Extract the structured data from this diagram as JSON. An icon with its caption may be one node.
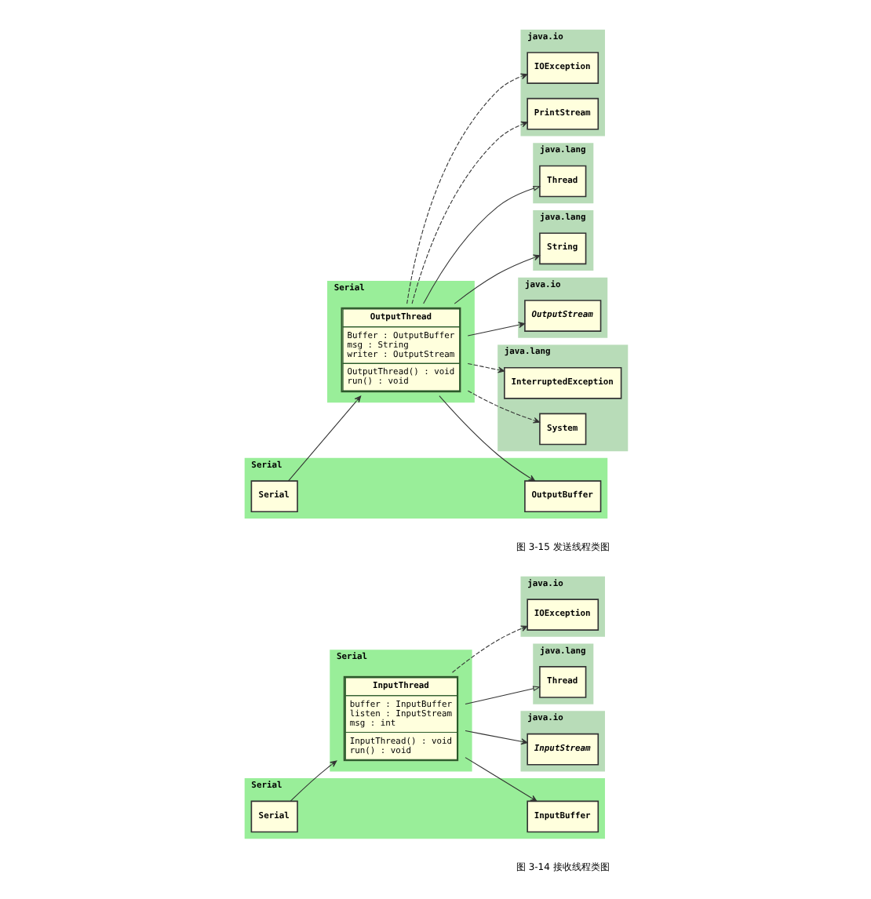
{
  "diagram": {
    "nodes": [
      {
        "text": [
          "java.lang"
        ]
      },
      {
        "text": [
          "Thread"
        ],
        "in": 0
      },
      {
        "text": [
          "Serial"
        ]
      },
      {
        "text": [
          "InputThread",
          "buffer : InputBuffer",
          "listen : InputStream",
          "msg : int",
          "InputThread() : void",
          "run() : void"
        ],
        "in": 2
      },
      {
        "text": [
          "Serial"
        ]
      },
      {
        "text": [
          "InputBuffer"
        ],
        "in": 4
      },
      {
        "text": [
          "Serial"
        ],
        "in": 4
      },
      {
        "text": [
          "java.io"
        ]
      },
      {
        "text": [
          "IOException"
        ],
        "in": 7
      },
      {
        "text": [
          "java.io"
        ]
      },
      {
        "text": [
          "InputStream"
        ],
        "in": 9
      },
      {
        "text": [
          "java.lang"
        ]
      },
      {
        "text": [
          "Thread"
        ],
        "in": 11
      },
      {
        "text": [
          "Serial"
        ]
      },
      {
        "text": [
          "OutputThread",
          "Buffer : OutputBuffer",
          "msg : String",
          "writer : OutputStream",
          "OutputThread() : void",
          "run() : void"
        ],
        "in": 13
      },
      {
        "text": [
          "Serial"
        ]
      },
      {
        "text": [
          "OutputBuffer"
        ],
        "in": 15
      },
      {
        "text": [
          "Serial"
        ],
        "in": 15
      },
      {
        "text": [
          "java.io"
        ]
      },
      {
        "text": [
          "IOException"
        ],
        "in": 18
      },
      {
        "text": [
          "PrintStream"
        ],
        "in": 18
      },
      {
        "text": [
          "java.lang"
        ]
      },
      {
        "text": [
          "InterruptedException"
        ],
        "in": 21
      },
      {
        "text": [
          "System"
        ],
        "in": 21
      },
      {
        "text": [
          "java.io"
        ]
      },
      {
        "text": [
          "OutputStream"
        ],
        "in": 24
      },
      {
        "text": [
          "java.lang"
        ]
      },
      {
        "text": [
          "String"
        ],
        "in": 26
      }
    ],
    "edges": [
      {
        "from": 3,
        "to": 1,
        "arrow": "to"
      },
      {
        "from": 3,
        "to": 5,
        "arrow": "to"
      },
      {
        "from": 6,
        "to": 3,
        "arrow": "to"
      },
      {
        "from": 3,
        "to": 8,
        "arrow": "to",
        "style": "dashed"
      },
      {
        "from": 3,
        "to": 10,
        "arrow": "to"
      },
      {
        "from": 14,
        "to": 12,
        "arrow": "to"
      },
      {
        "from": 14,
        "to": 16,
        "arrow": "to"
      },
      {
        "from": 17,
        "to": 14,
        "arrow": "to"
      },
      {
        "from": 14,
        "to": 19,
        "arrow": "to",
        "style": "dashed"
      },
      {
        "from": 14,
        "to": 20,
        "arrow": "to",
        "style": "dashed"
      },
      {
        "from": 14,
        "to": 22,
        "arrow": "to",
        "style": "dashed"
      },
      {
        "from": 14,
        "to": 23,
        "arrow": "to",
        "style": "dashed"
      },
      {
        "from": 14,
        "to": 25,
        "arrow": "to"
      },
      {
        "from": 14,
        "to": 27,
        "arrow": "to"
      }
    ],
    "labels": [
      "图 3-14 接收线程类图",
      "图 3-15 发送线程类图"
    ]
  }
}
